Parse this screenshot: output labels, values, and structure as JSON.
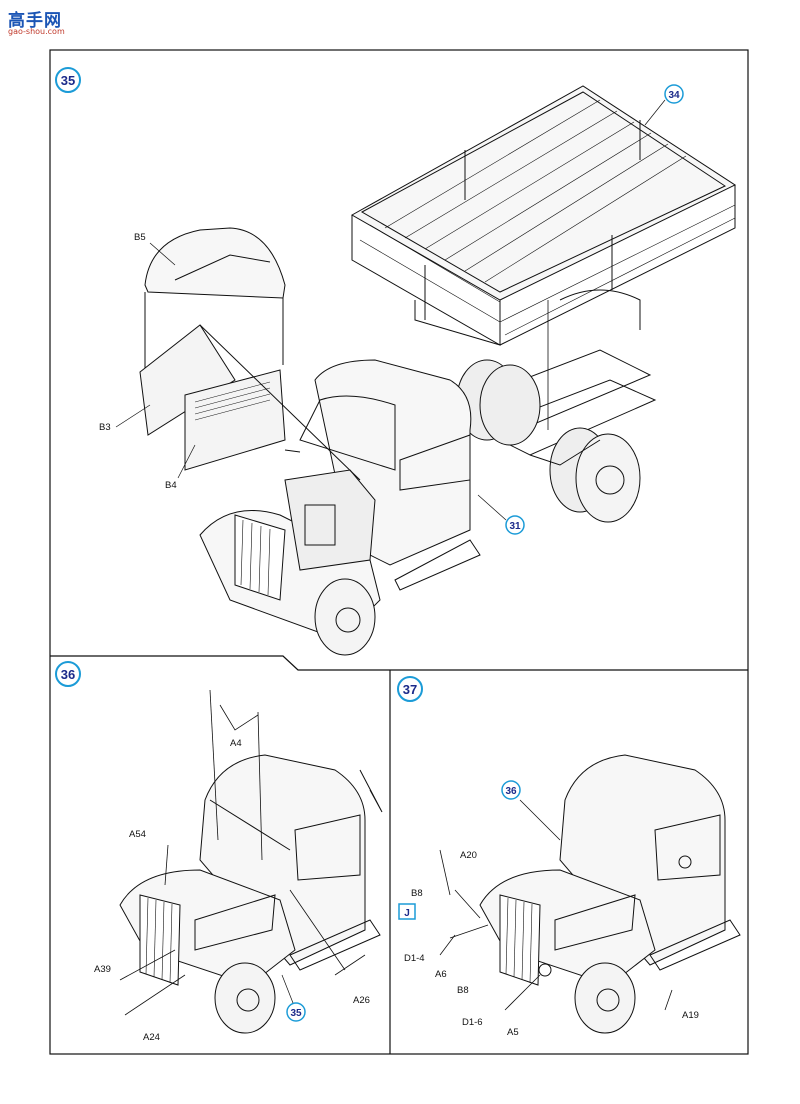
{
  "watermark": {
    "chinese": "高手网",
    "url": "gao-shou.com"
  },
  "steps": {
    "s35": "35",
    "s36": "36",
    "s37": "37"
  },
  "refs": {
    "r34": "34",
    "r31": "31",
    "r35": "35",
    "r36": "36"
  },
  "parts": {
    "B5": "B5",
    "B3": "B3",
    "B4": "B4",
    "A4": "A4",
    "A54": "A54",
    "A39": "A39",
    "A24": "A24",
    "A26": "A26",
    "A20": "A20",
    "B8_top": "B8",
    "J": "J",
    "D1_4": "D1-4",
    "A6": "A6",
    "B8_bottom": "B8",
    "D1_6": "D1-6",
    "A5": "A5",
    "A19": "A19"
  }
}
